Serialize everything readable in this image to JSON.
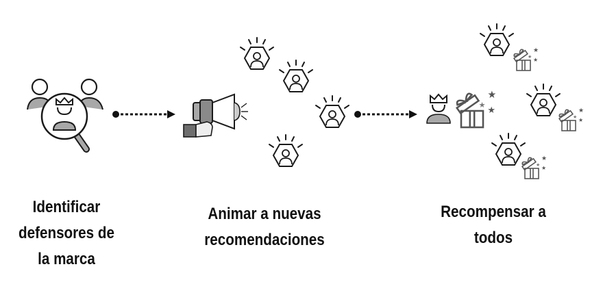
{
  "steps": [
    {
      "label_lines": [
        "Identificar",
        "defensores de",
        "la marca"
      ]
    },
    {
      "label_lines": [
        "Animar a nuevas",
        "recomendaciones"
      ]
    },
    {
      "label_lines": [
        "Recompensar a",
        "todos"
      ]
    }
  ],
  "colors": {
    "stroke": "#1a1a1a",
    "fill_gray": "#a8a8a8",
    "dark_gray": "#6e6e6e"
  }
}
